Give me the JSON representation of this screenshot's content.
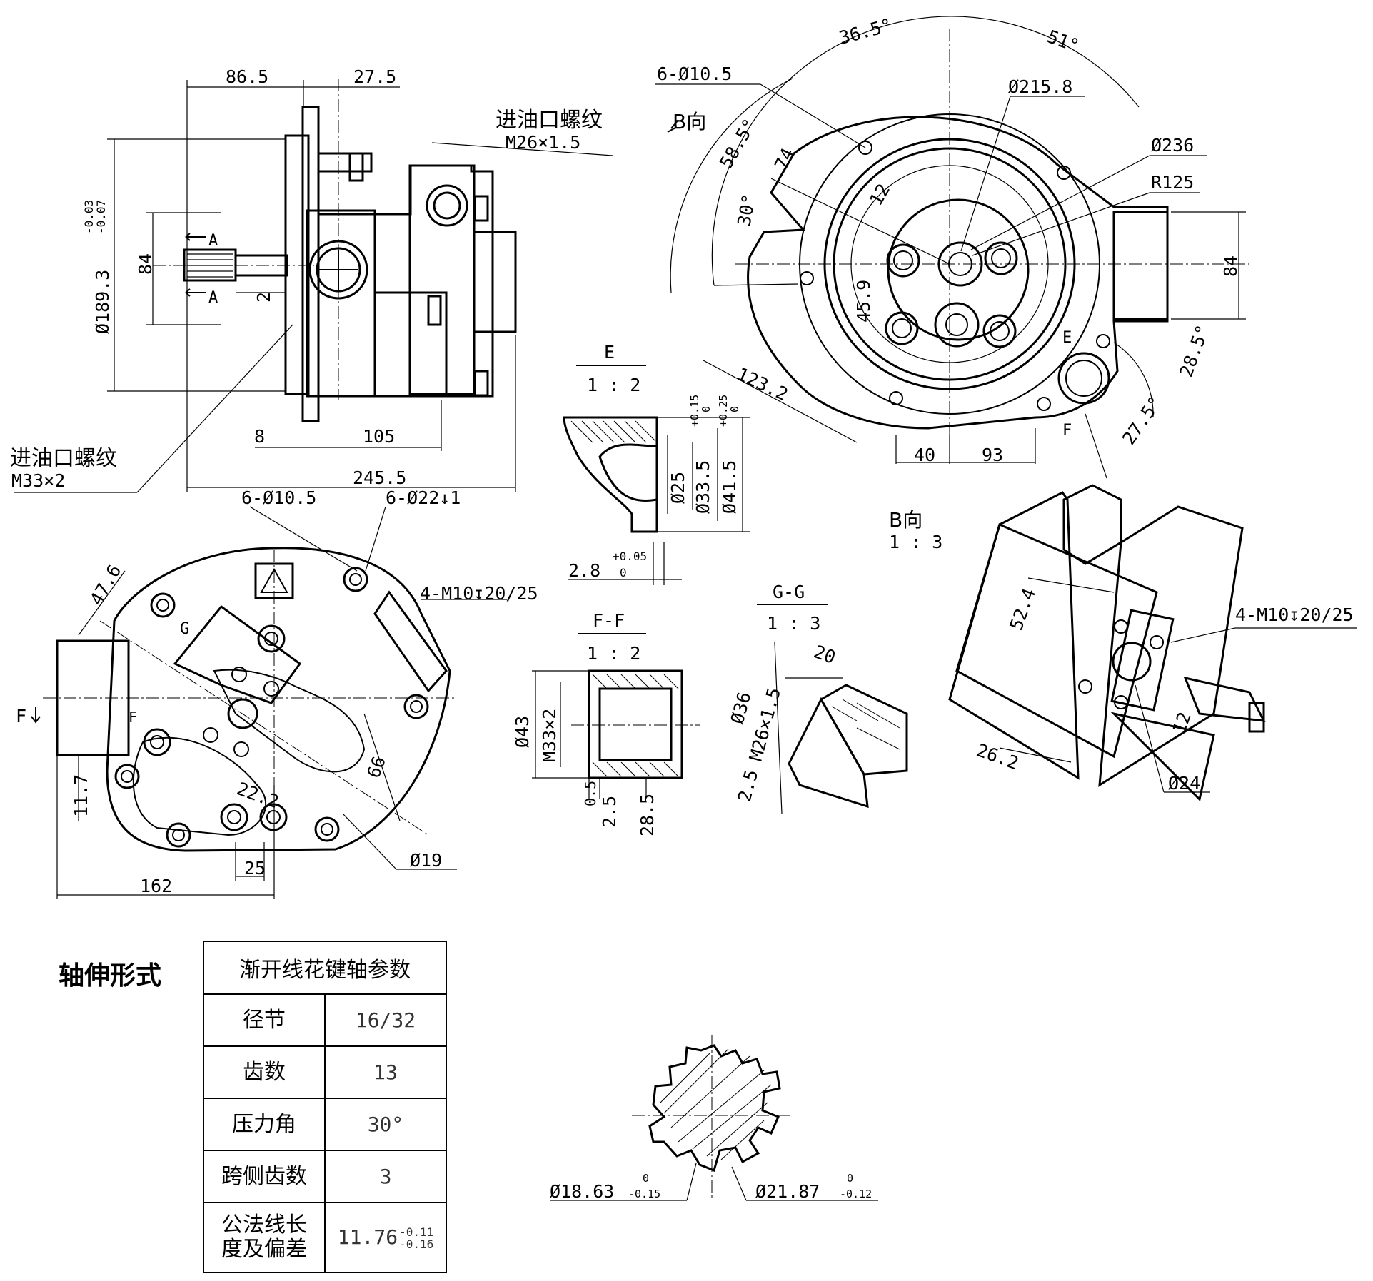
{
  "views": {
    "side": {
      "dims": [
        "86.5",
        "27.5",
        "84",
        "2",
        "8",
        "105",
        "245.5"
      ],
      "dia_main": "Ø189.3",
      "dia_tol_upper": "-0.03",
      "dia_tol_lower": "-0.07",
      "section_mark": "A",
      "inlet_upper_label": "进油口螺纹",
      "inlet_upper_thread": "M26×1.5",
      "inlet_lower_label": "进油口螺纹",
      "inlet_lower_thread": "M33×2"
    },
    "end_view": {
      "view_label": "B向",
      "holes": "6-Ø10.5",
      "d_215": "Ø215.8",
      "d_236": "Ø236",
      "r125": "R125",
      "angles": [
        "36.5°",
        "51°",
        "58.5°",
        "30°",
        "28.5°",
        "27.5°"
      ],
      "dims": [
        "74",
        "12",
        "45.9",
        "123.2",
        "84",
        "40",
        "93"
      ],
      "section_e": "E",
      "section_f": "F"
    },
    "front": {
      "holes_a": "6-Ø10.5",
      "holes_b": "6-Ø22↓1",
      "tapped": "4-M10↧20/25",
      "dims": [
        "47.6",
        "11.7",
        "162",
        "25",
        "22.2",
        "66",
        "Ø19"
      ],
      "section_f": "F",
      "section_g": "G"
    },
    "section_e": {
      "title": "E",
      "scale": "1 : 2",
      "dims": [
        "Ø25",
        "Ø33.5",
        "Ø41.5",
        "2.8"
      ],
      "tol_a": [
        "+0.15",
        "0"
      ],
      "tol_b": [
        "+0.25",
        "0"
      ],
      "tol_c": [
        "+0.05",
        "0"
      ]
    },
    "section_ff": {
      "title": "F-F",
      "scale": "1 : 2",
      "dims": [
        "Ø43",
        "M33×2",
        "0.5",
        "2.5",
        "28.5"
      ]
    },
    "section_gg": {
      "title": "G-G",
      "scale": "1 : 3",
      "dims": [
        "20",
        "Ø36",
        "M26×1.5",
        "2.5"
      ]
    },
    "iso": {
      "view_label": "B向",
      "scale": "1 : 3",
      "tapped": "4-M10↧20/25",
      "dims": [
        "52.4",
        "12",
        "26.2",
        "Ø24"
      ]
    },
    "spline": {
      "d_minor": "Ø18.63",
      "d_minor_tol": [
        "0",
        "-0.15"
      ],
      "d_major": "Ø21.87",
      "d_major_tol": [
        "0",
        "-0.12"
      ]
    }
  },
  "shaft_title": "轴伸形式",
  "table": {
    "header": "渐开线花键轴参数",
    "rows": [
      {
        "label": "径节",
        "value": "16/32"
      },
      {
        "label": "齿数",
        "value": "13"
      },
      {
        "label": "压力角",
        "value": "30°"
      },
      {
        "label": "跨侧齿数",
        "value": "3"
      }
    ],
    "last_label_l1": "公法线长",
    "last_label_l2": "度及偏差",
    "last_value": "11.76",
    "last_tol_upper": "-0.11",
    "last_tol_lower": "-0.16"
  }
}
